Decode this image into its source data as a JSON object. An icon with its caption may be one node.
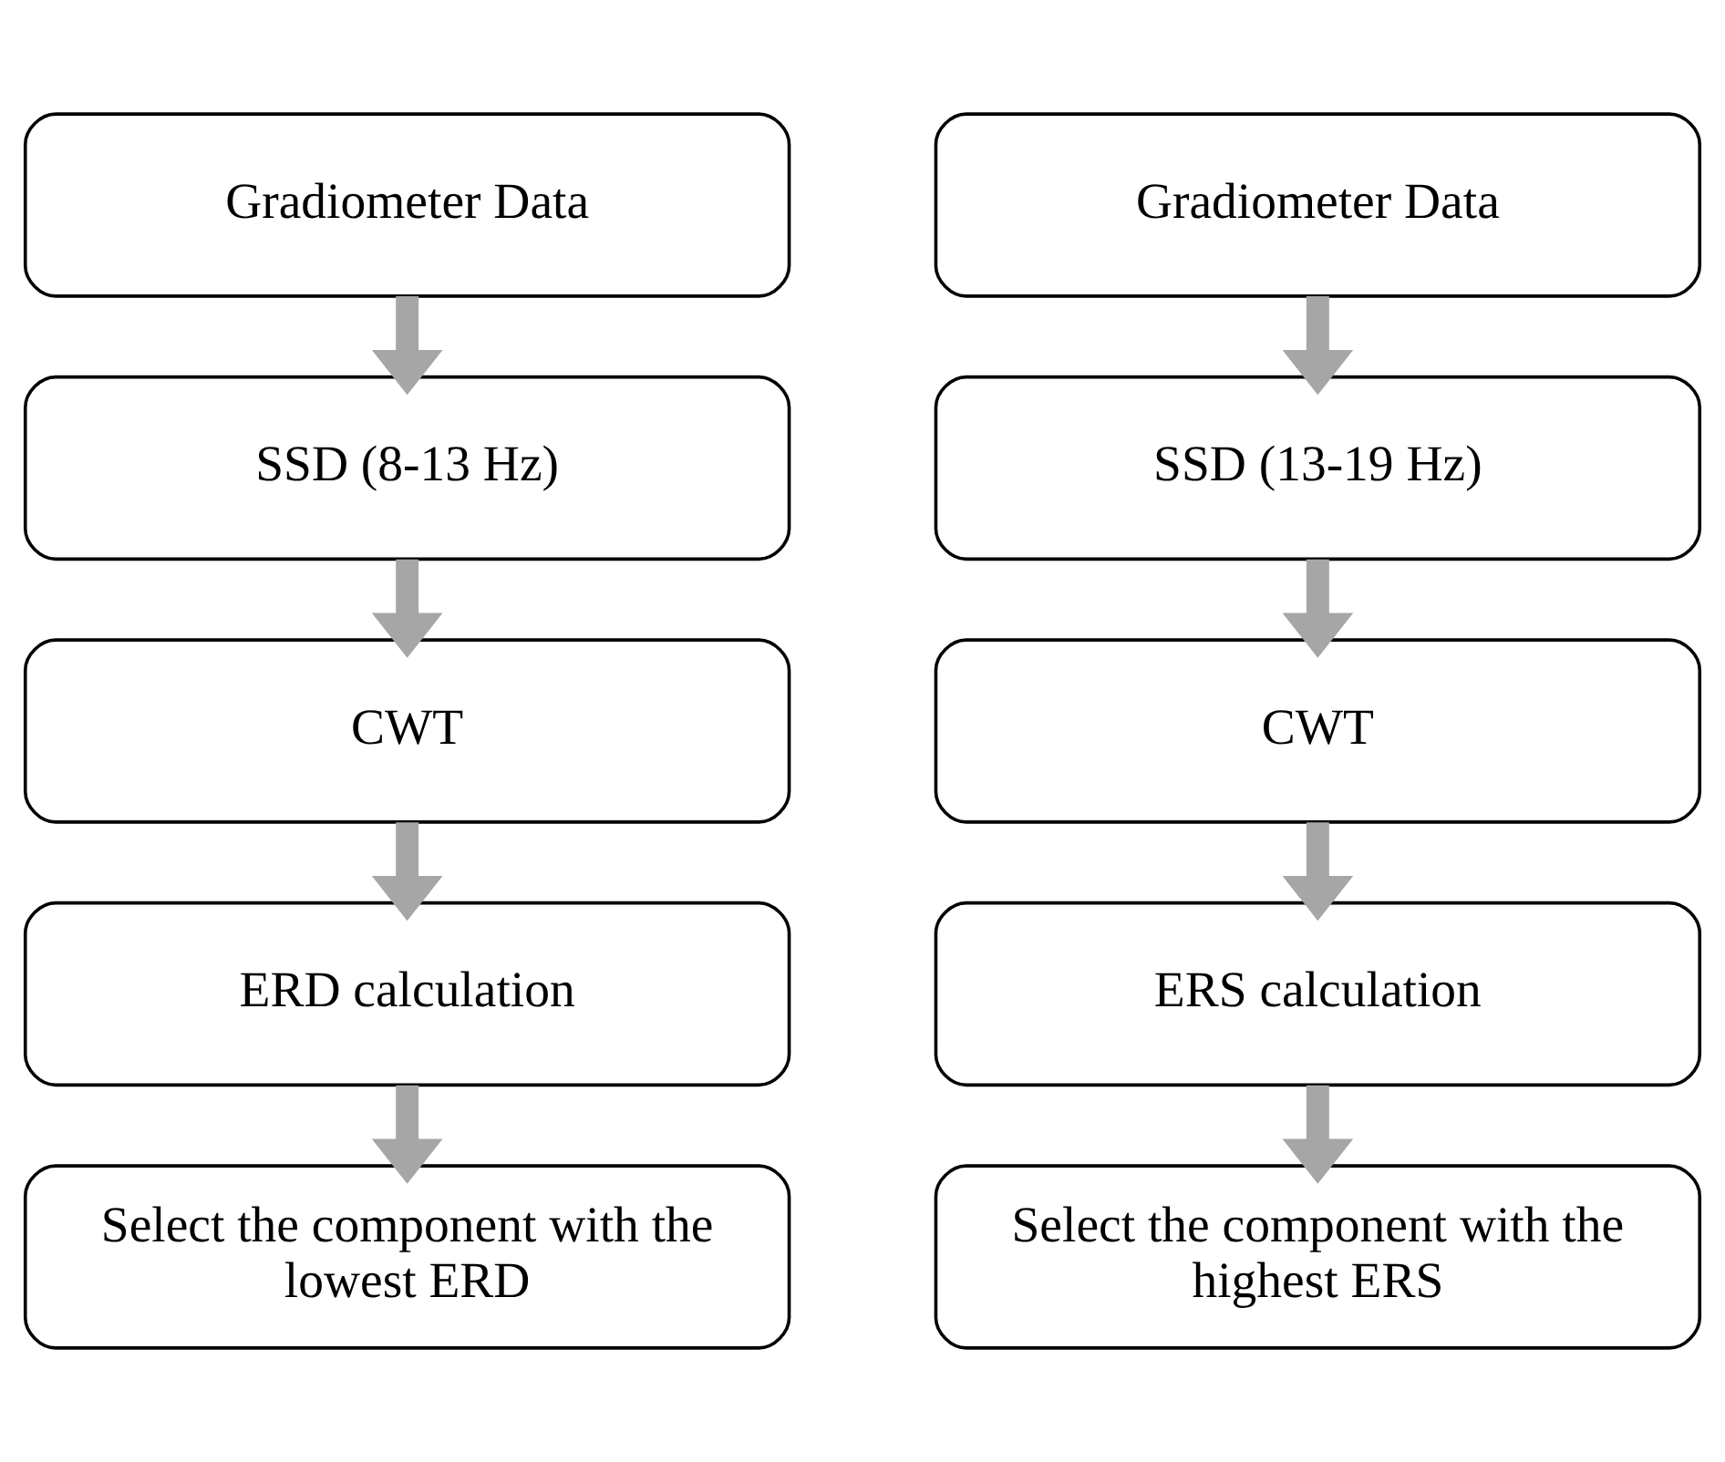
{
  "diagram": {
    "nodes": [
      {
        "text": [
          "Gradiometer Data"
        ]
      },
      {
        "text": [
          "SSD (8-13 Hz)"
        ]
      },
      {
        "text": [
          "CWT"
        ]
      },
      {
        "text": [
          "ERD calculation"
        ]
      },
      {
        "text": [
          "Select the component with the lowest ERD"
        ]
      },
      {
        "text": [
          "Gradiometer Data"
        ]
      },
      {
        "text": [
          "SSD (13-19 Hz)"
        ]
      },
      {
        "text": [
          "CWT"
        ]
      },
      {
        "text": [
          "ERS calculation"
        ]
      },
      {
        "text": [
          "Select the component with the highest ERS"
        ]
      }
    ],
    "edges": [
      {
        "from": 0,
        "to": 1,
        "arrow": "to"
      },
      {
        "from": 1,
        "to": 2,
        "arrow": "to"
      },
      {
        "from": 2,
        "to": 3,
        "arrow": "to"
      },
      {
        "from": 3,
        "to": 4,
        "arrow": "to"
      },
      {
        "from": 5,
        "to": 6,
        "arrow": "to"
      },
      {
        "from": 6,
        "to": 7,
        "arrow": "to"
      },
      {
        "from": 7,
        "to": 8,
        "arrow": "to"
      },
      {
        "from": 8,
        "to": 9,
        "arrow": "to"
      }
    ]
  }
}
